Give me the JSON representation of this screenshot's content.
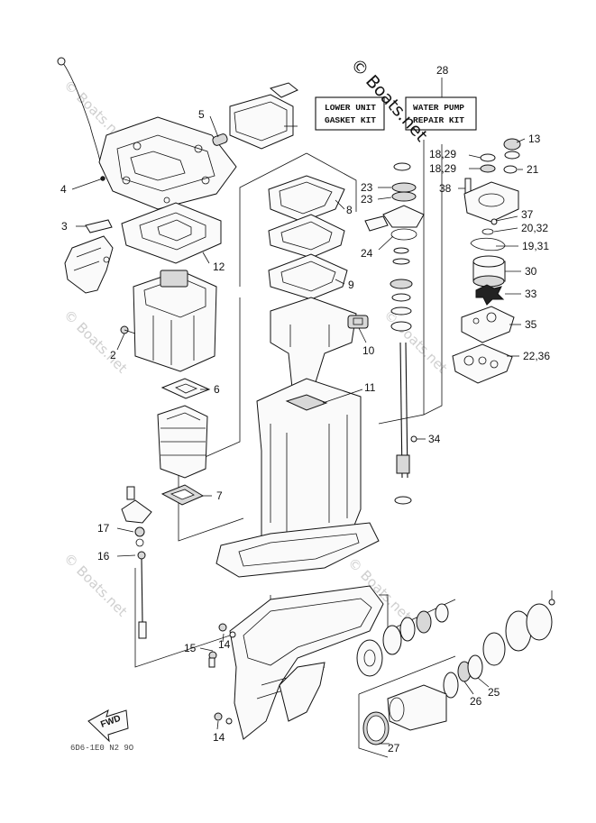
{
  "watermark": {
    "main": "© Boats.net",
    "faint": "© Boats.net"
  },
  "kits": {
    "lower_unit": [
      "LOWER UNIT",
      "GASKET KIT"
    ],
    "water_pump": [
      "WATER PUMP",
      "REPAIR KIT"
    ]
  },
  "fwd_label": "FWD",
  "footer_code": "6D6-1E0 N2 9O",
  "callouts": {
    "c28": "28",
    "c5": "5",
    "c13": "13",
    "c18a": "18,29",
    "c18b": "18,29",
    "c21": "21",
    "c4": "4",
    "c23a": "23",
    "c23b": "23",
    "c38": "38",
    "c8": "8",
    "c37": "37",
    "c20": "20,32",
    "c3": "3",
    "c19": "19,31",
    "c24": "24",
    "c12": "12",
    "c30": "30",
    "c9": "9",
    "c33": "33",
    "c2": "2",
    "c10": "10",
    "c35": "35",
    "c22": "22,36",
    "c6": "6",
    "c11": "11",
    "c34": "34",
    "c7": "7",
    "c17": "17",
    "c16": "16",
    "c15": "15",
    "c14a": "14",
    "c14b": "14",
    "c26": "26",
    "c25": "25",
    "c27": "27"
  }
}
